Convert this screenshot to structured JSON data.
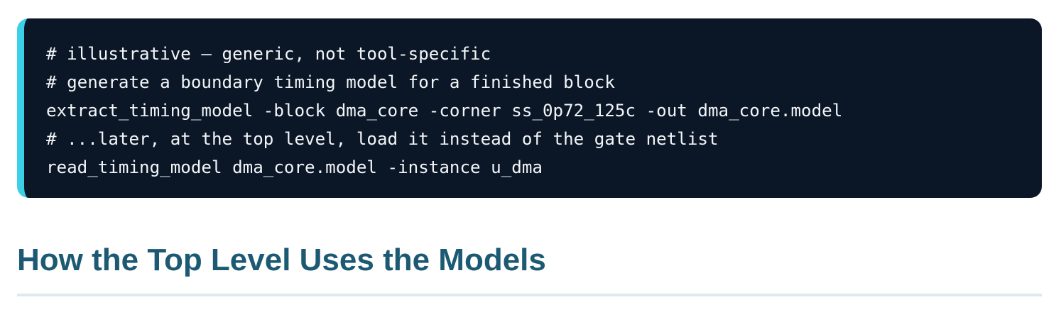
{
  "code_block": {
    "lines": [
      "# illustrative — generic, not tool-specific",
      "# generate a boundary timing model for a finished block",
      "extract_timing_model -block dma_core -corner ss_0p72_125c -out dma_core.model",
      "# ...later, at the top level, load it instead of the gate netlist",
      "read_timing_model dma_core.model -instance u_dma"
    ]
  },
  "section": {
    "heading": "How the Top Level Uses the Models"
  },
  "colors": {
    "code_background": "#0b1727",
    "code_accent_bar": "#3ccfe6",
    "code_text": "#f2f5f8",
    "heading_text": "#1c5a73",
    "heading_rule": "#dbe9f0"
  }
}
